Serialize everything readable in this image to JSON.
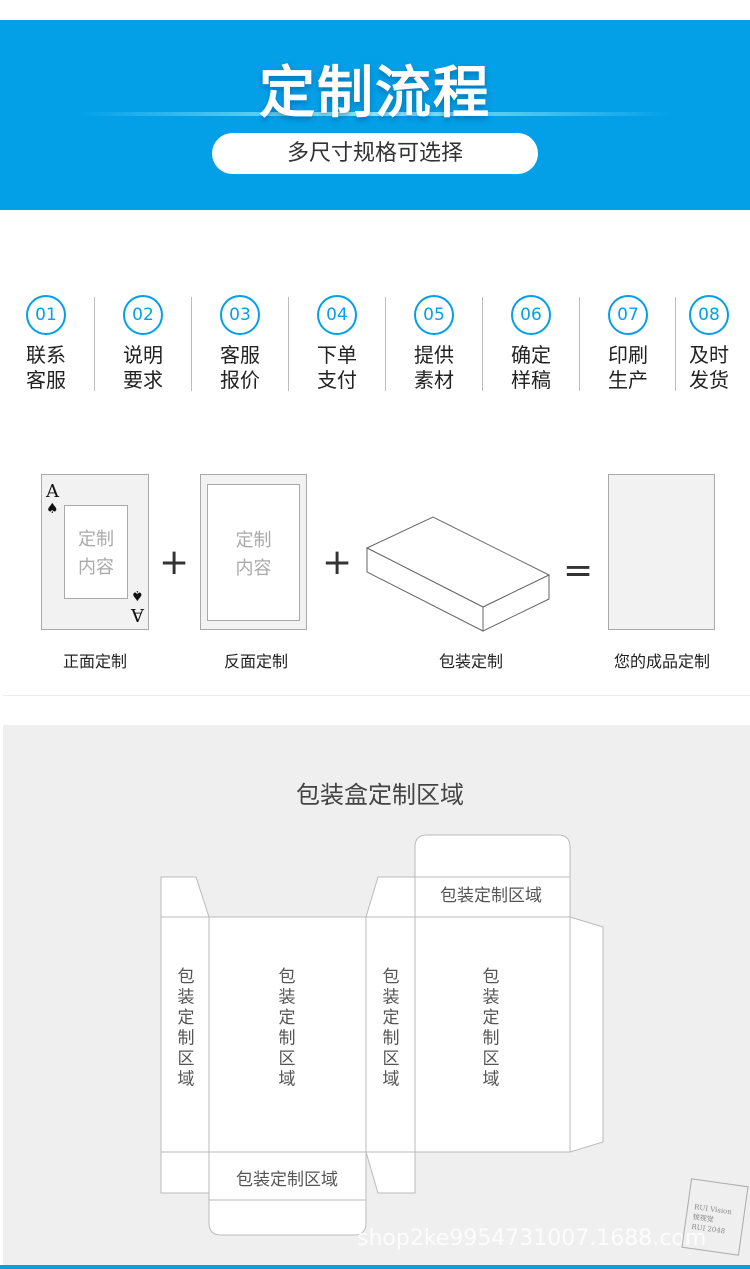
{
  "header": {
    "title": "定制流程",
    "subtitle": "多尺寸规格可选择"
  },
  "steps": [
    {
      "num": "01",
      "l1": "联系",
      "l2": "客服"
    },
    {
      "num": "02",
      "l1": "说明",
      "l2": "要求"
    },
    {
      "num": "03",
      "l1": "客服",
      "l2": "报价"
    },
    {
      "num": "04",
      "l1": "下单",
      "l2": "支付"
    },
    {
      "num": "05",
      "l1": "提供",
      "l2": "素材"
    },
    {
      "num": "06",
      "l1": "确定",
      "l2": "样稿"
    },
    {
      "num": "07",
      "l1": "印刷",
      "l2": "生产"
    },
    {
      "num": "08",
      "l1": "及时",
      "l2": "发货"
    }
  ],
  "cards": {
    "front_label": "正面定制",
    "back_label": "反面定制",
    "box_label": "包装定制",
    "result_label": "您的成品定制",
    "inner_l1": "定制",
    "inner_l2": "内容",
    "plus": "+",
    "equals": "=",
    "card_rank": "A"
  },
  "dieline": {
    "title": "包装盒定制区域",
    "area": "包装定制区域",
    "v": [
      "包",
      "装",
      "定",
      "制",
      "区",
      "域"
    ]
  },
  "watermark": {
    "url": "shop2ke9954731007.1688.com",
    "logo_l1": "RUI Vision",
    "logo_l2": "锐视觉",
    "logo_l3": "RUI 2048"
  },
  "colors": {
    "accent": "#03a0e8"
  }
}
